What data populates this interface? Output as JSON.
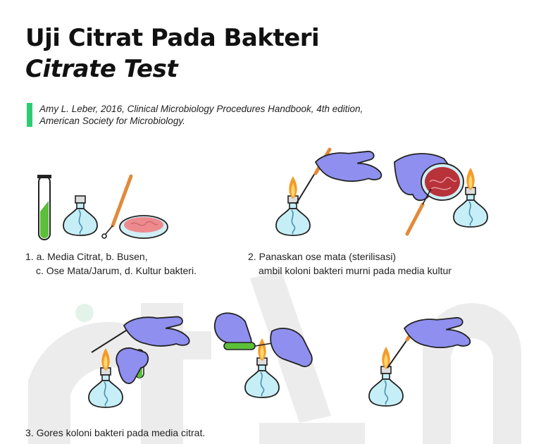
{
  "title": "Uji Citrat Pada Bakteri",
  "subtitle": "Citrate Test",
  "reference": {
    "line1": "Amy L. Leber, 2016, Clinical Microbiology Procedures Handbook, 4th edition,",
    "line2": "American Society for Microbiology."
  },
  "steps": [
    {
      "line1": "1. a. Media Citrat, b. Busen,",
      "line2": "c. Ose Mata/Jarum, d. Kultur bakteri."
    },
    {
      "line1": "2. Panaskan ose mata (sterilisasi)",
      "line2": "ambil koloni bakteri murni pada media kultur"
    },
    {
      "line1": "3. Gores koloni bakteri pada media citrat."
    }
  ],
  "colors": {
    "accent_bar": "#2ecc71",
    "glove": "#8f8ff0",
    "flask": "#c6eef6",
    "agar": "#ee8a8e",
    "citrate_media": "#5cbf3a",
    "loop_wire": "#e08a3a",
    "watermark": "#ececec"
  }
}
